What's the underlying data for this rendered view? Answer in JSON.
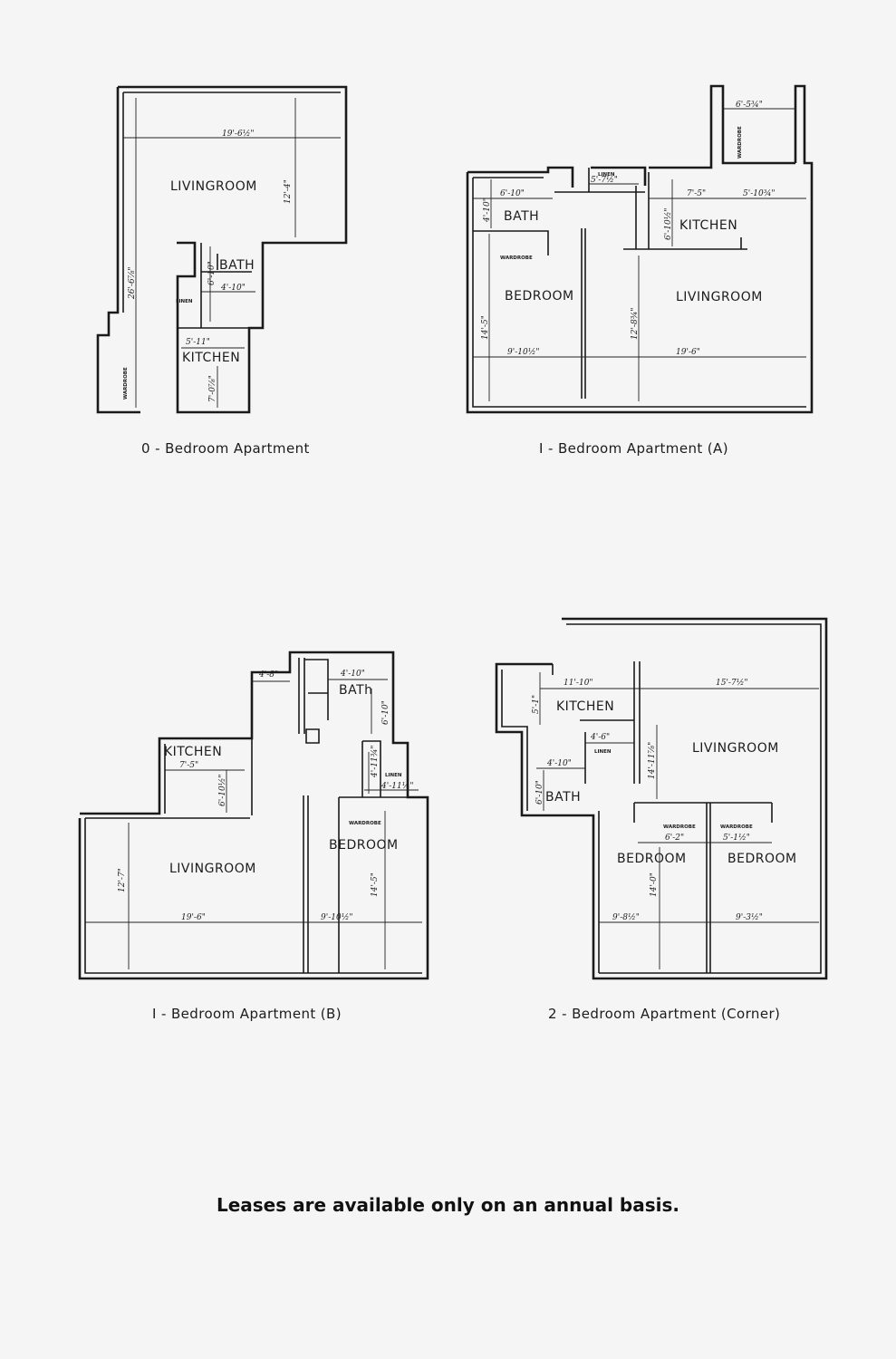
{
  "plans": {
    "p0": {
      "caption": "0 - Bedroom Apartment",
      "rooms": {
        "livingroom": "LIVINGROOM",
        "bath": "BATH",
        "kitchen": "KITCHEN",
        "linen": "LINEN",
        "wardrobe": "WARDROBE"
      },
      "dims": {
        "living_w": "19'-6½\"",
        "living_h": "12'-4\"",
        "total_h": "26'-6⅞\"",
        "bath_h": "6'-10\"",
        "bath_w": "4'-10\"",
        "kitchen_w": "5'-11\"",
        "kitchen_h": "7'-0⅞\""
      }
    },
    "p1a": {
      "caption": "I - Bedroom Apartment (A)",
      "rooms": {
        "bath": "BATH",
        "linen": "LINEN",
        "kitchen": "KITCHEN",
        "wardrobe": "WARDROBE",
        "wardrobe2": "WARDROBE",
        "bedroom": "BEDROOM",
        "livingroom": "LIVINGROOM"
      },
      "dims": {
        "top": "6'-5¾\"",
        "linen": "5'-7½\"",
        "bath_w": "6'-10\"",
        "bath_h": "4'-10\"",
        "kit_w": "7'-5\"",
        "kit_w2": "5'-10¾\"",
        "kit_h": "6'-10½\"",
        "bed_h": "14'-5\"",
        "bed_w": "9'-10½\"",
        "liv_h": "12'-8¾\"",
        "liv_w": "19'-6\""
      }
    },
    "p1b": {
      "caption": "I - Bedroom Apartment (B)",
      "rooms": {
        "kitchen": "KITCHEN",
        "bath": "BATh",
        "linen": "LINEN",
        "wardrobe": "WARDROBE",
        "bedroom": "BEDROOM",
        "livingroom": "LIVINGROOM"
      },
      "dims": {
        "top1": "4'-8\"",
        "top2": "4'-10\"",
        "bath_h": "6'-10\"",
        "kit_w": "7'-5\"",
        "kit_h": "6'-10½\"",
        "linen_h": "4'-11¾\"",
        "linen_w": "4'-11¼\"",
        "liv_h": "12'-7\"",
        "liv_w": "19'-6\"",
        "bed_w": "9'-10½\"",
        "bed_h": "14'-5\""
      }
    },
    "p2c": {
      "caption": "2 - Bedroom Apartment (Corner)",
      "rooms": {
        "kitchen": "KITCHEN",
        "linen": "LINEN",
        "bath": "BATH",
        "livingroom": "LIVINGROOM",
        "wardrobe1": "WARDROBE",
        "wardrobe2": "WARDROBE",
        "bedroom1": "BEDROOM",
        "bedroom2": "BEDROOM"
      },
      "dims": {
        "kit_w": "11'-10\"",
        "kit_h": "5'-1\"",
        "liv_w": "15'-7½\"",
        "linen_w": "4'-6\"",
        "bath_w": "4'-10\"",
        "bath_h": "6'-10\"",
        "liv_h": "14'-11⅞\"",
        "w1": "6'-2\"",
        "w2": "5'-1½\"",
        "bed_h": "14'-0\"",
        "bed1_w": "9'-8½\"",
        "bed2_w": "9'-3½\""
      }
    }
  },
  "footer": "Leases are available only on an annual basis."
}
